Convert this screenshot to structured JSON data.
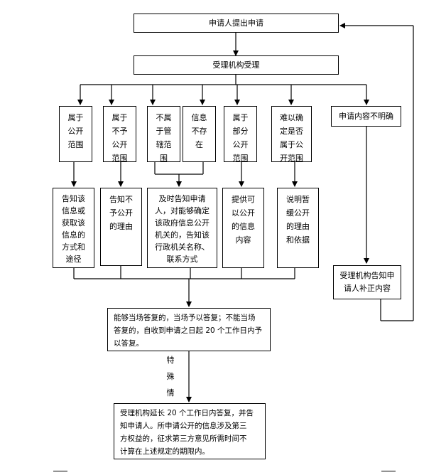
{
  "nodes": {
    "applicant_submits": "申请人提出申请",
    "agency_accepts": "受理机构受理",
    "cat_public": "属于\n公开\n范围",
    "cat_not_public": "属于\n不予\n公开\n范围",
    "cat_not_in_charge": "不属\n于管\n辖范\n围",
    "cat_not_exist": "信息\n不存\n在",
    "cat_partial": "属于\n部分\n公开\n范围",
    "cat_uncertain": "难以确\n定是否\n属于公\n开范围",
    "content_unclear": "申请内容不明确",
    "resp_public": "告知该\n信息或\n获取该\n信息的\n方式和\n途径",
    "resp_not_public": "告知不\n予公开\n的理由",
    "resp_not_in_charge": "及时告知申请\n人，对能够确定\n该政府信息公开\n机关的，告知该\n行政机关名称、\n联系方式",
    "resp_partial": "提供可\n以公开\n的信息\n内容",
    "resp_uncertain": "说明暂\n缓公开\n的理由\n和依据",
    "resp_notify_correct": "受理机构告知申\n请人补正内容",
    "reply_deadline": "能够当场答复的，当场予以答复；不能当场\n答复的，自收到申请之日起 20 个工作日内予\n以答复。",
    "special_case_label": "特\n殊\n情\n况",
    "extension": "受理机构延长 20 个工作日内答复，并告\n知申请人。所申请公开的信息涉及第三\n方权益的，征求第三方意见所需时间不\n计算在上述规定的期限内。"
  }
}
